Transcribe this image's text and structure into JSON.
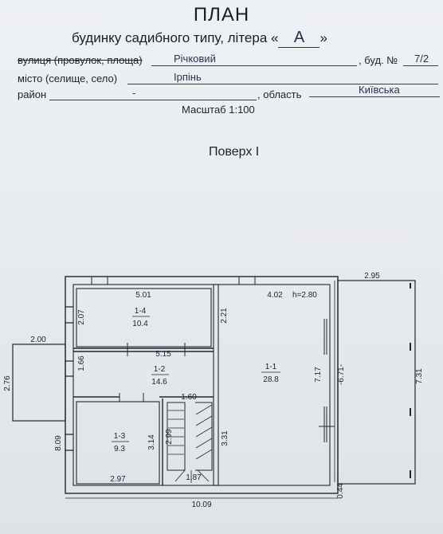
{
  "header": {
    "title": "ПЛАН",
    "subtitle_prefix": "будинку садибного типу, літера «",
    "litera": "А",
    "subtitle_suffix": "»"
  },
  "address": {
    "street_label": "вулиця (провулок, площа)",
    "street_value": "Річковий",
    "house_label": ", буд. №",
    "house_value": "7/2",
    "city_label": "місто (селище, село)",
    "city_value": "Ірпінь",
    "district_label": "район",
    "district_value": "-",
    "region_label": ", область",
    "region_value": "Київська"
  },
  "scale": "Масштаб 1:100",
  "floor_label": "Поверх I",
  "plan": {
    "rooms": [
      {
        "id": "1-4",
        "area": "10.4"
      },
      {
        "id": "1-2",
        "area": "14.6"
      },
      {
        "id": "1-3",
        "area": "9.3"
      },
      {
        "id": "1-1",
        "area": "28.8"
      }
    ],
    "height_note": "h=2.80",
    "dims": {
      "d501": "5.01",
      "d402": "4.02",
      "d295": "2.95",
      "d207": "2.07",
      "d221": "2.21",
      "d200": "2.00",
      "d515": "5.15",
      "d166": "1.66",
      "d276": "2.76",
      "d717": "7.17",
      "d671": "-6.71-",
      "d731": "7.31",
      "d160": "-1.60-",
      "d299": "2.99",
      "d314": "3.14",
      "d331": "3.31",
      "d809": "8.09",
      "d297": "2.97",
      "d187": "1.87",
      "d044": "0.44",
      "d1009": "10.09"
    }
  }
}
